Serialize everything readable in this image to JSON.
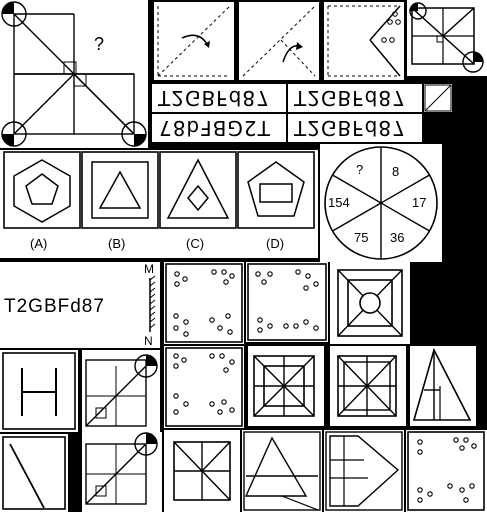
{
  "question_mark": "?",
  "mirror_strip": {
    "text": "T2GBFd87"
  },
  "options": {
    "a": "(A)",
    "b": "(B)",
    "c": "(C)",
    "d": "(D)"
  },
  "pie_puzzle": {
    "values": [
      "?",
      "8",
      "17",
      "36",
      "75",
      "154"
    ]
  },
  "mirror_card": {
    "text": "T2GBFd87",
    "top_label": "M",
    "bottom_label": "N"
  }
}
